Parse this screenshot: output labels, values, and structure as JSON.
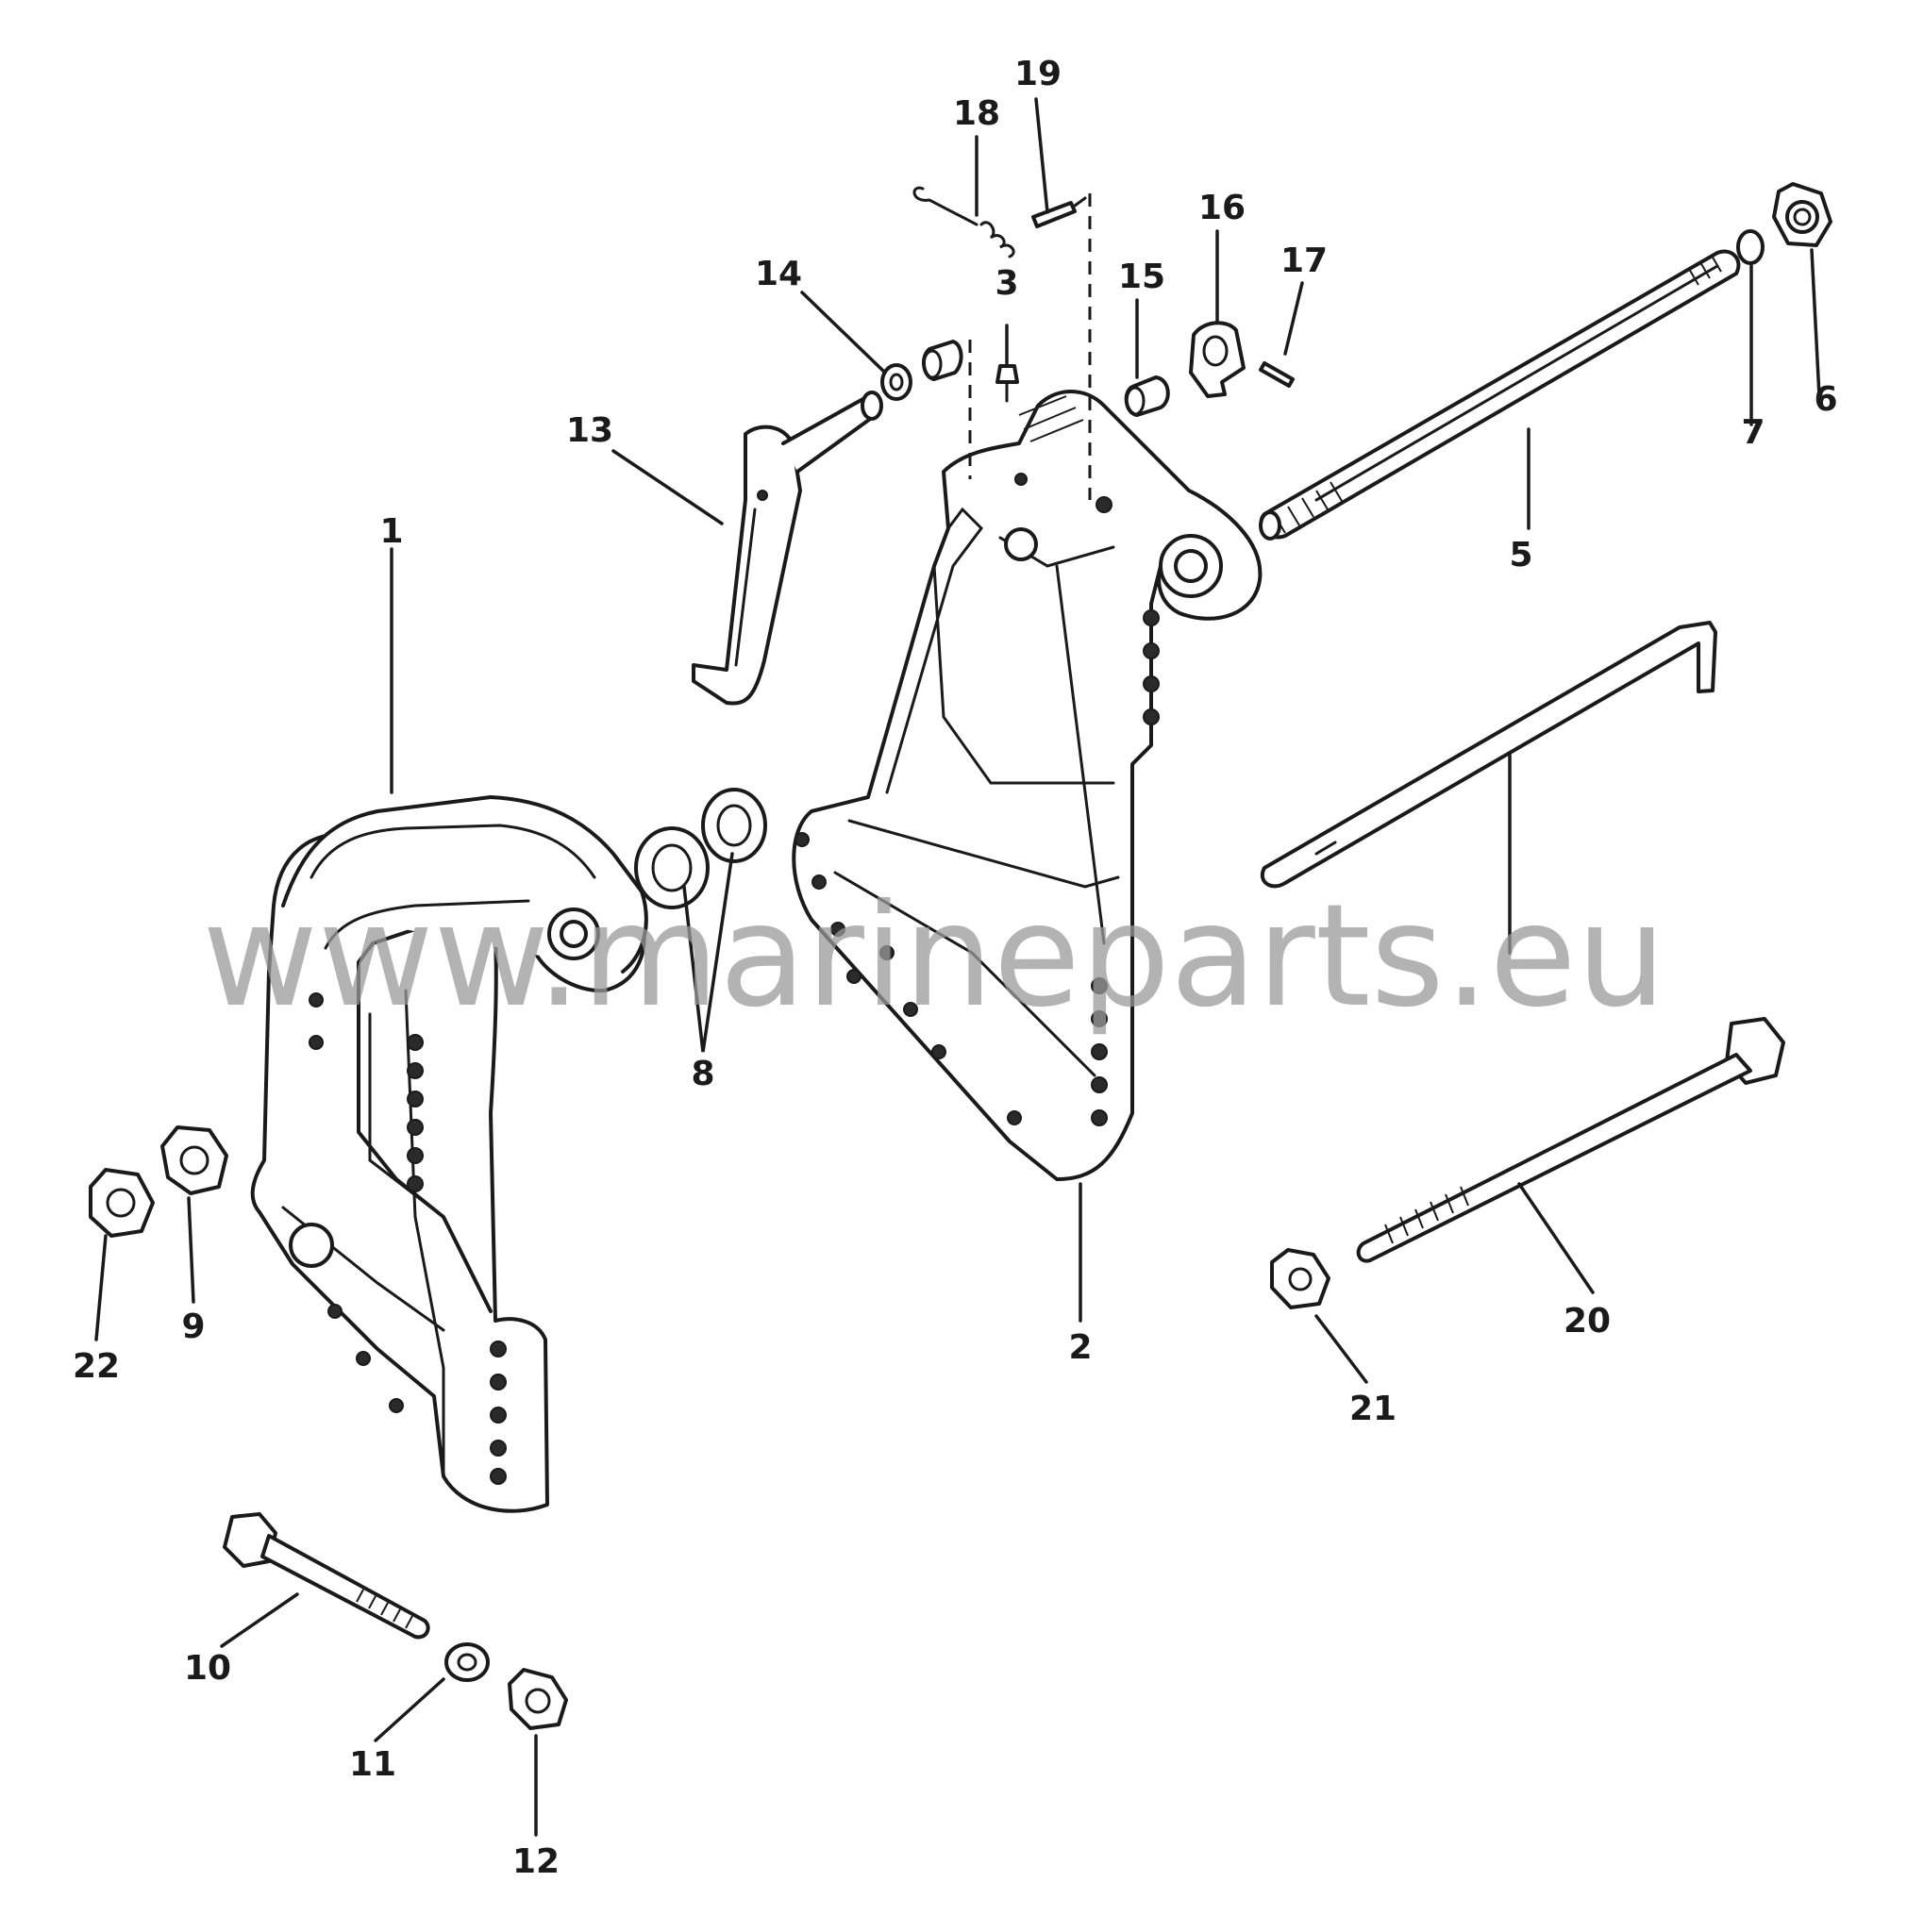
{
  "watermark": "www.marineparts.eu",
  "colors": {
    "line": "#1a1a1a",
    "watermark": "#9a9a9a",
    "background": "#ffffff"
  },
  "callouts": {
    "c1": "1",
    "c2": "2",
    "c3": "3",
    "c5": "5",
    "c6": "6",
    "c7": "7",
    "c8": "8",
    "c9": "9",
    "c10": "10",
    "c11": "11",
    "c12": "12",
    "c13": "13",
    "c14": "14",
    "c15": "15",
    "c16": "16",
    "c17": "17",
    "c18": "18",
    "c19": "19",
    "c20": "20",
    "c21": "21",
    "c22": "22"
  }
}
